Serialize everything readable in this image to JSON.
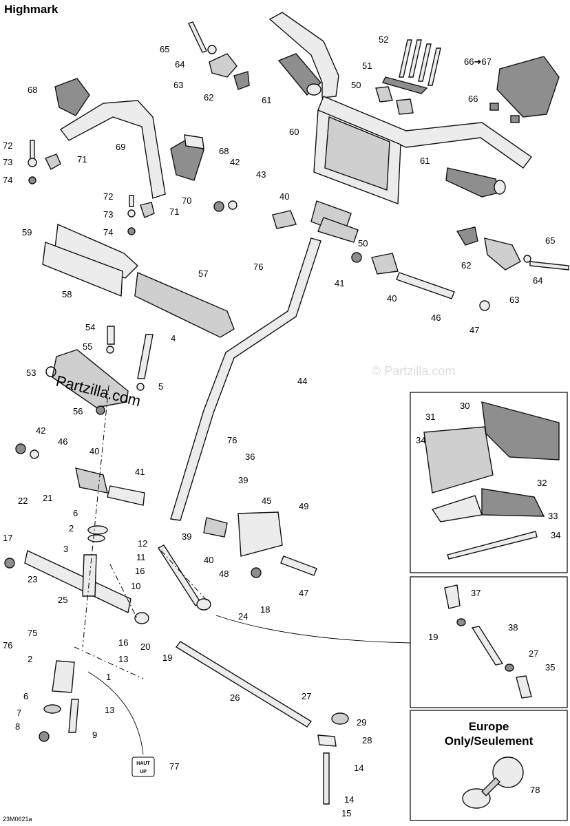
{
  "header": {
    "title": "Highmark"
  },
  "footer": {
    "code": "23M0621a"
  },
  "watermark": {
    "text": "Partzilla.com",
    "faint_text": "© Partzilla.com"
  },
  "europe_box": {
    "line1": "Europe",
    "line2": "Only/Seulement"
  },
  "decal_text": {
    "line1": "HAUT",
    "line2": "UP"
  },
  "labels": {
    "n1": "1",
    "n2a": "2",
    "n2b": "2",
    "n3": "3",
    "n4": "4",
    "n5": "5",
    "n6a": "6",
    "n6b": "6",
    "n7": "7",
    "n8": "8",
    "n9": "9",
    "n10": "10",
    "n11": "11",
    "n12": "12",
    "n13a": "13",
    "n13b": "13",
    "n14a": "14",
    "n14b": "14",
    "n15": "15",
    "n16a": "16",
    "n16b": "16",
    "n17": "17",
    "n18": "18",
    "n19a": "19",
    "n19b": "19",
    "n20": "20",
    "n21": "21",
    "n22": "22",
    "n23": "23",
    "n24": "24",
    "n25": "25",
    "n26": "26",
    "n27a": "27",
    "n27b": "27",
    "n28": "28",
    "n29": "29",
    "n30": "30",
    "n31": "31",
    "n32": "32",
    "n33": "33",
    "n34a": "34",
    "n34b": "34",
    "n35": "35",
    "n36": "36",
    "n37": "37",
    "n38": "38",
    "n39a": "39",
    "n39b": "39",
    "n40a": "40",
    "n40b": "40",
    "n40c": "40",
    "n40d": "40",
    "n41a": "41",
    "n41b": "41",
    "n42a": "42",
    "n42b": "42",
    "n43": "43",
    "n44": "44",
    "n45": "45",
    "n46a": "46",
    "n46b": "46",
    "n47a": "47",
    "n47b": "47",
    "n48": "48",
    "n49": "49",
    "n50a": "50",
    "n50b": "50",
    "n51": "51",
    "n52": "52",
    "n53": "53",
    "n54": "54",
    "n55": "55",
    "n56": "56",
    "n57": "57",
    "n58": "58",
    "n59": "59",
    "n60": "60",
    "n61a": "61",
    "n61b": "61",
    "n62a": "62",
    "n62b": "62",
    "n63a": "63",
    "n63b": "63",
    "n64a": "64",
    "n64b": "64",
    "n65a": "65",
    "n65b": "65",
    "n66": "66",
    "n6667": "66➔67",
    "n68a": "68",
    "n68b": "68",
    "n69": "69",
    "n70": "70",
    "n71a": "71",
    "n71b": "71",
    "n72a": "72",
    "n72b": "72",
    "n73a": "73",
    "n73b": "73",
    "n74a": "74",
    "n74b": "74",
    "n75": "75",
    "n76a": "76",
    "n76b": "76",
    "n76c": "76",
    "n77": "77",
    "n78": "78"
  }
}
